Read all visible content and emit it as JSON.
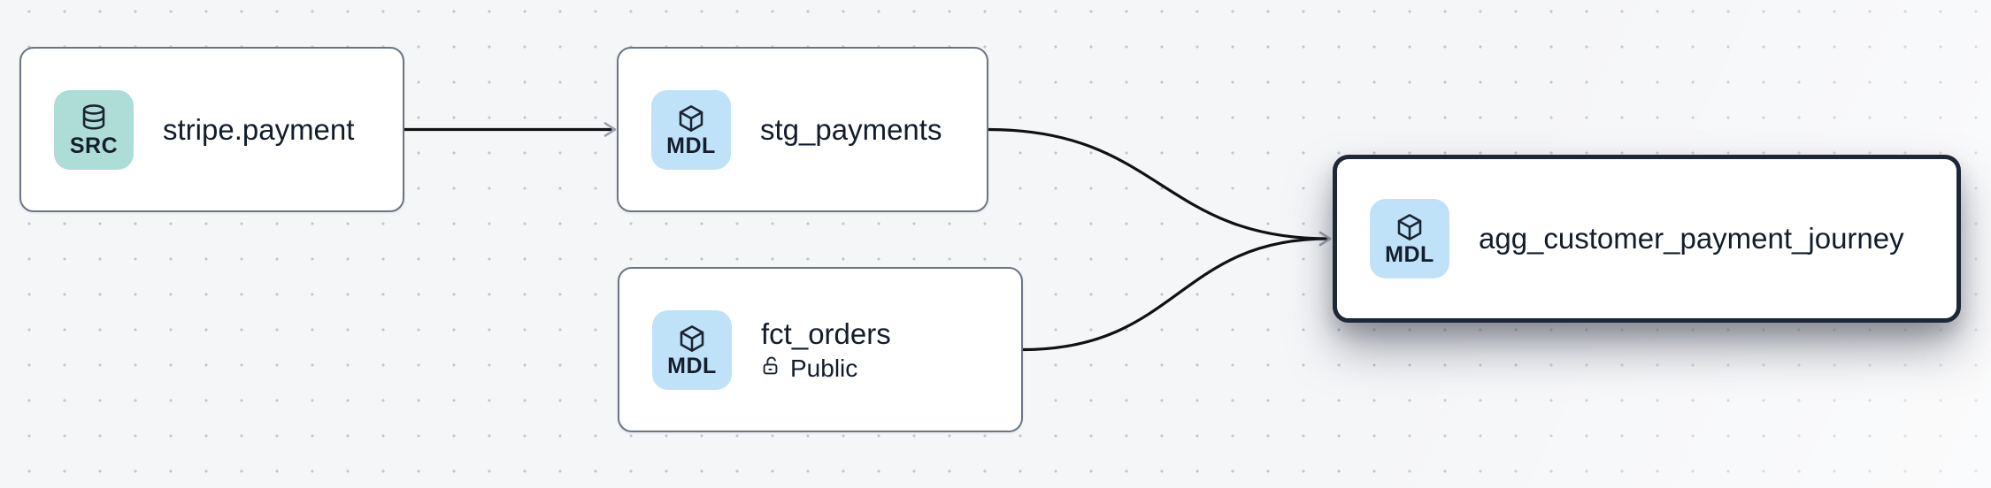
{
  "diagram": {
    "background_color": "#f5f6f8",
    "grid_dot_color": "#c2c6d0",
    "edge_color": "#101114",
    "arrowhead_color": "#9aa1ad",
    "node_border_color": "#6b7585",
    "selected_node_border_color": "#1d2737",
    "text_color": "#131c2b",
    "badge_src_color": "#aedcd7",
    "badge_mdl_color": "#bfe2f8",
    "nodes": [
      {
        "label": "stripe.payment",
        "badge": "SRC",
        "type": "source",
        "icon": "database-icon",
        "selected": false
      },
      {
        "label": "stg_payments",
        "badge": "MDL",
        "type": "model",
        "icon": "cube-icon",
        "selected": false
      },
      {
        "label": "fct_orders",
        "badge": "MDL",
        "type": "model",
        "icon": "cube-icon",
        "visibility": "Public",
        "selected": false
      },
      {
        "label": "agg_customer_payment_journey",
        "badge": "MDL",
        "type": "model",
        "icon": "cube-icon",
        "selected": true
      }
    ],
    "edges": [
      {
        "from": "stripe.payment",
        "to": "stg_payments"
      },
      {
        "from": "stg_payments",
        "to": "agg_customer_payment_journey"
      },
      {
        "from": "fct_orders",
        "to": "agg_customer_payment_journey"
      }
    ]
  }
}
